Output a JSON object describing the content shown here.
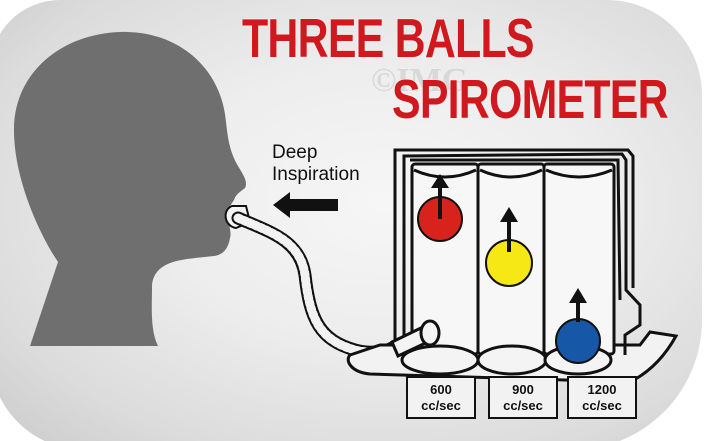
{
  "title": {
    "line1": "THREE BALLS",
    "line2": "SPIROMETER",
    "color": "#d0191f"
  },
  "watermark": "©IMG",
  "annotation": {
    "line1": "Deep",
    "line2": "Inspiration",
    "arrow": "left-arrow-icon"
  },
  "chambers": [
    {
      "ball_color_name": "red",
      "ball_color": "#d8231d",
      "rate_value": "600",
      "rate_unit": "cc/sec"
    },
    {
      "ball_color_name": "yellow",
      "ball_color": "#f6e814",
      "rate_value": "900",
      "rate_unit": "cc/sec"
    },
    {
      "ball_color_name": "blue",
      "ball_color": "#1757a8",
      "rate_value": "1200",
      "rate_unit": "cc/sec"
    }
  ],
  "figure": {
    "head_color": "#6f6f6f",
    "background": "#ececec"
  }
}
